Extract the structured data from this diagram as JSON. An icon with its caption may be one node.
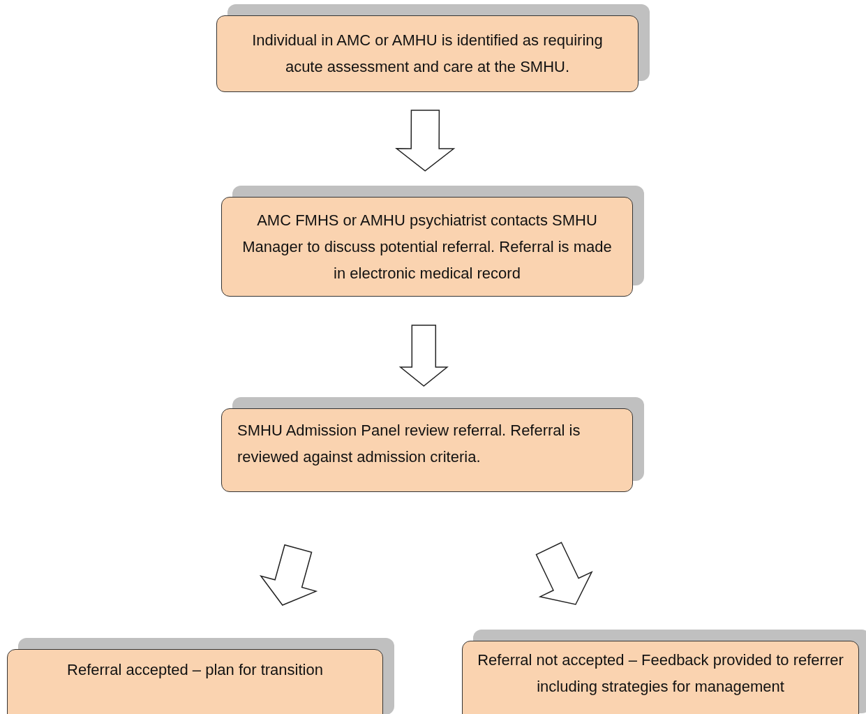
{
  "diagram": {
    "nodes": [
      {
        "text": [
          "Individual in AMC or AMHU is identified as requiring acute assessment and care at the SMHU."
        ]
      },
      {
        "text": [
          "AMC FMHS or AMHU psychiatrist contacts SMHU Manager to discuss potential referral. Referral is made in electronic medical record"
        ]
      },
      {
        "text": [
          "SMHU Admission Panel review referral. Referral is reviewed against admission criteria."
        ]
      },
      {
        "text": [
          "Referral accepted – plan for transition"
        ]
      },
      {
        "text": [
          "Referral not accepted – Feedback provided to referrer including strategies for management"
        ]
      }
    ],
    "edges": [
      {
        "from": 0,
        "to": 1,
        "arrow": "to"
      },
      {
        "from": 1,
        "to": 2,
        "arrow": "to"
      },
      {
        "from": 2,
        "to": 3,
        "arrow": "to"
      },
      {
        "from": 2,
        "to": 4,
        "arrow": "to"
      }
    ]
  }
}
